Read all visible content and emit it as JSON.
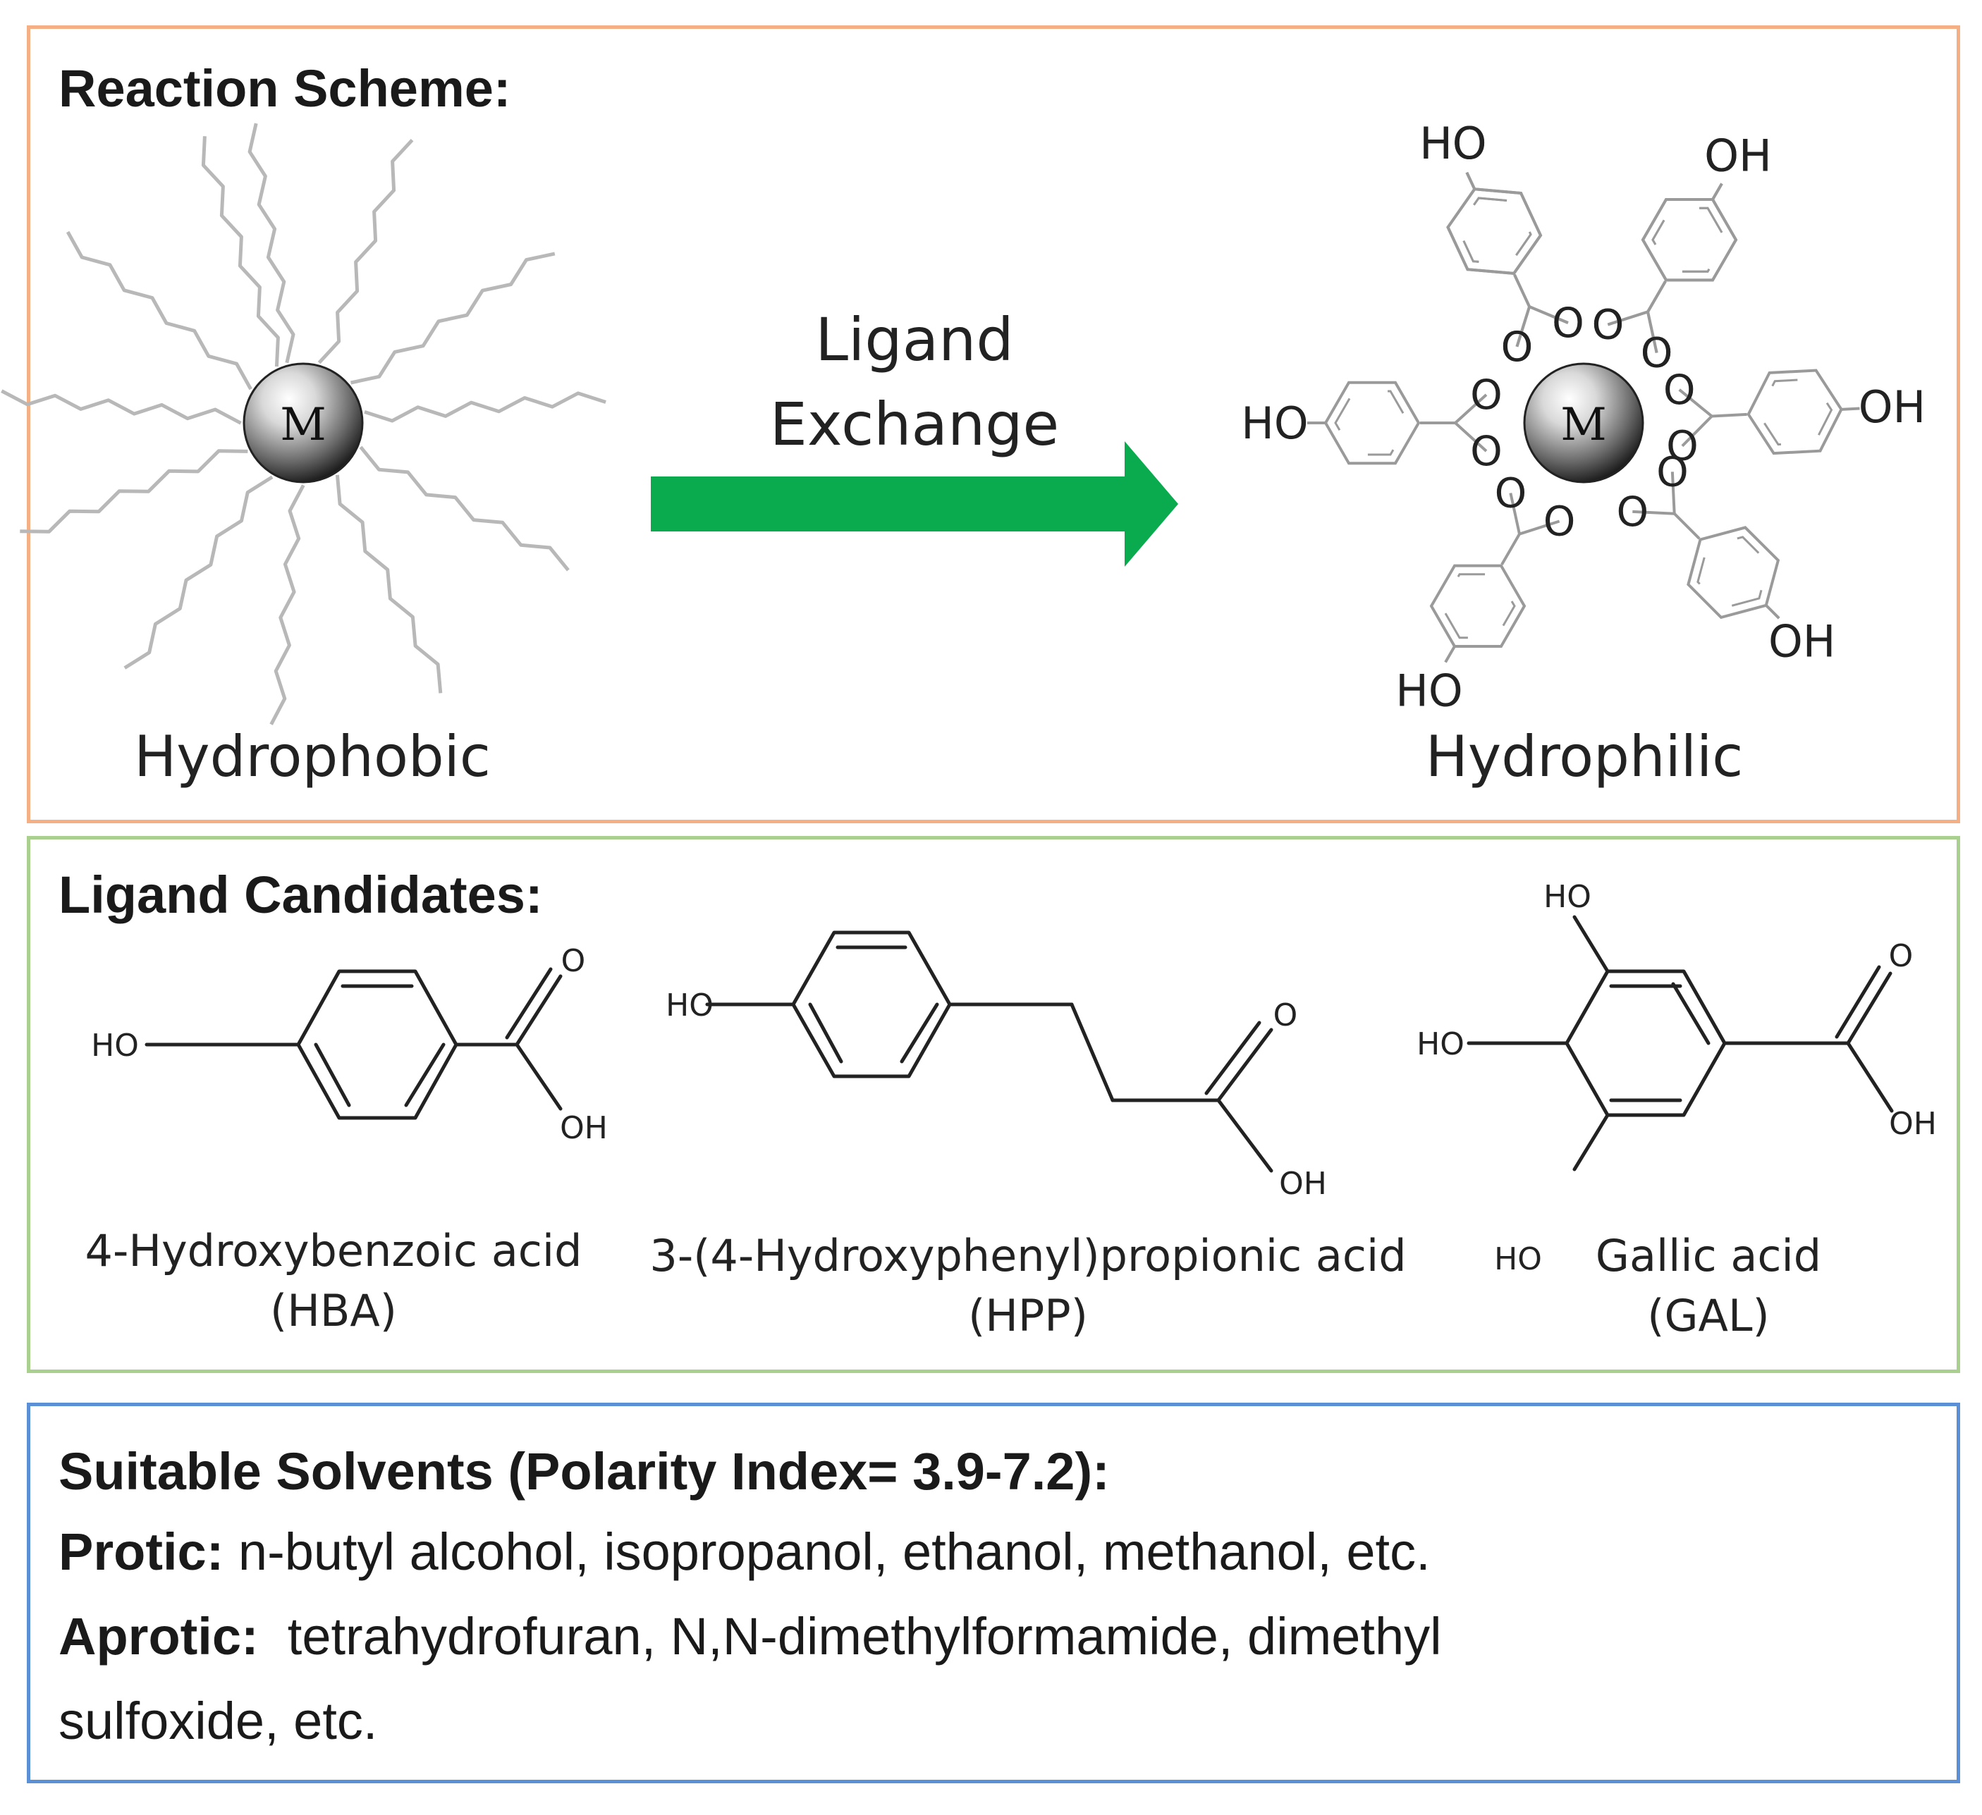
{
  "reaction": {
    "heading": "Reaction Scheme:",
    "core_symbol": "M",
    "arrow_label_line1": "Ligand",
    "arrow_label_line2": "Exchange",
    "left_caption": "Hydrophobic",
    "right_caption": "Hydrophilic",
    "atom_o": "O",
    "atom_oh": "OH",
    "atom_ho": "HO",
    "colors": {
      "arrow": "#0aab4e",
      "chain": "#b8b8b8",
      "border": "#f4b084"
    }
  },
  "ligands": {
    "heading": "Ligand Candidates:",
    "atom_o": "O",
    "atom_oh": "OH",
    "atom_ho": "HO",
    "items": [
      {
        "name": "4-Hydroxybenzoic acid",
        "abbr": "(HBA)"
      },
      {
        "name": "3-(4-Hydroxyphenyl)propionic acid",
        "abbr": "(HPP)"
      },
      {
        "name": "Gallic acid",
        "abbr": "(GAL)"
      }
    ],
    "colors": {
      "border": "#a9d08e"
    }
  },
  "solvents": {
    "heading": "Suitable Solvents (Polarity Index= 3.9-7.2):",
    "protic_label": "Protic:",
    "protic_text": " n-butyl alcohol, isopropanol, ethanol, methanol, etc.",
    "aprotic_label": "Aprotic:",
    "aprotic_text": "  tetrahydrofuran, N,N-dimethylformamide, dimethyl",
    "aprotic_cont": "sulfoxide, etc.",
    "colors": {
      "border": "#5b8fd6"
    }
  }
}
